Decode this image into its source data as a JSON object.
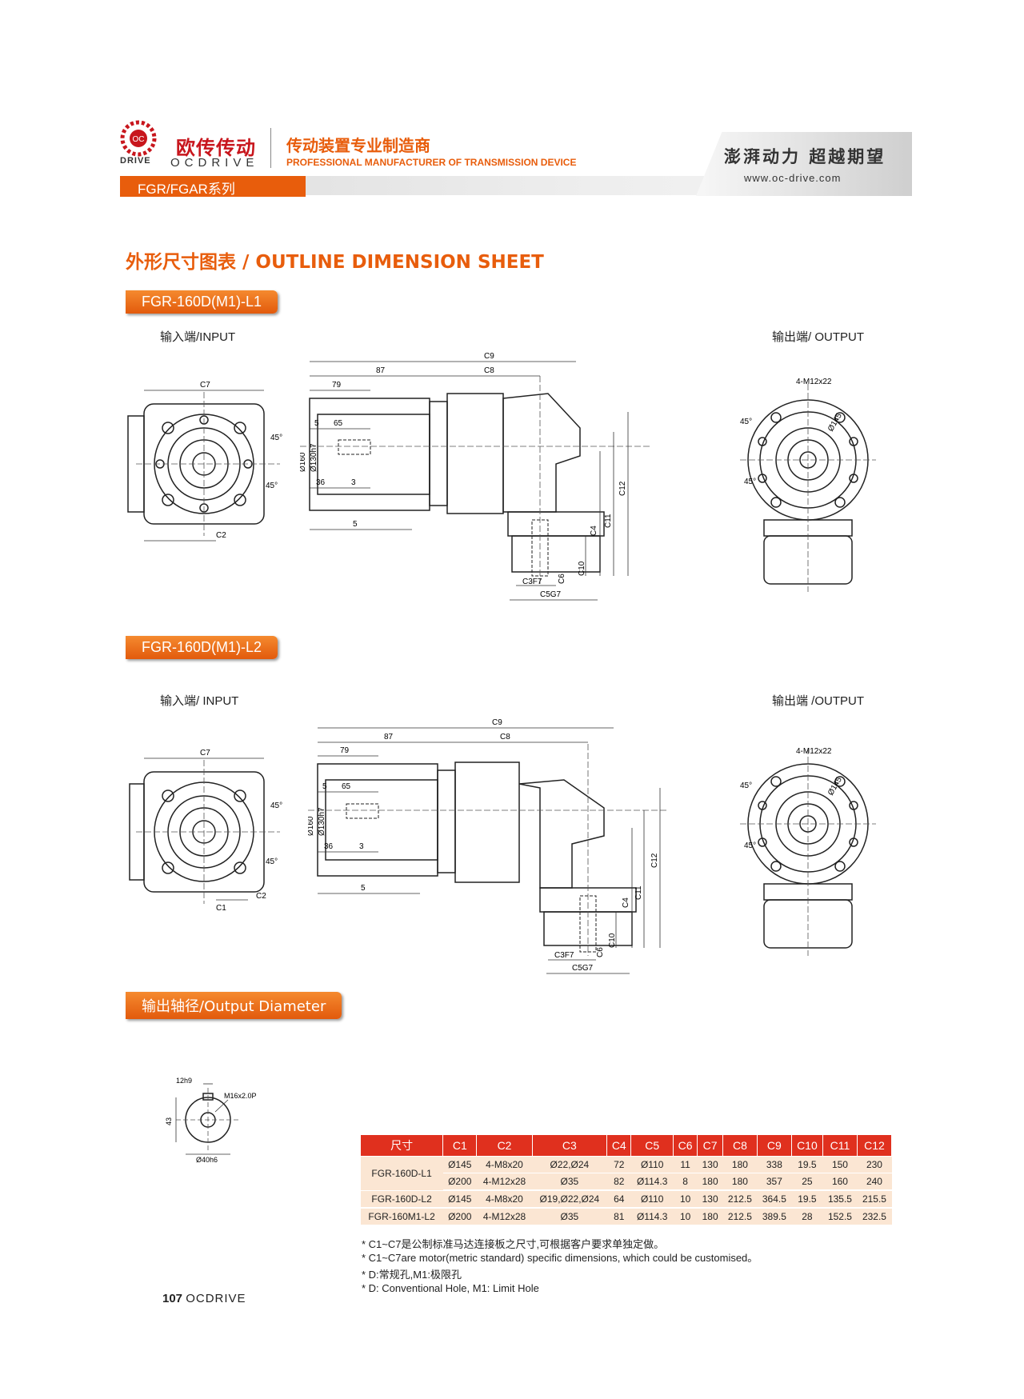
{
  "header": {
    "brand_cn": "欧传传动",
    "brand_en": "OCDRIVE",
    "logo_text": "DRIVE",
    "tagline_cn": "传动装置专业制造商",
    "tagline_en": "PROFESSIONAL MANUFACTURER OF TRANSMISSION DEVICE",
    "series": "FGR/FGAR系列",
    "slogan": "澎湃动力 超越期望",
    "website": "www.oc-drive.com"
  },
  "page_title": "外形尺寸图表 / OUTLINE DIMENSION SHEET",
  "model_l1": "FGR-160D(M1)-L1",
  "model_l2": "FGR-160D(M1)-L2",
  "l1": {
    "input_label": "输入端/INPUT",
    "output_label": "输出端/ OUTPUT"
  },
  "l2": {
    "input_label": "输入端/ INPUT",
    "output_label": "输出端 /OUTPUT"
  },
  "dims": {
    "c1": "C1",
    "c2": "C2",
    "c3": "C3F7",
    "c4": "C4",
    "c5": "C5G7",
    "c6": "C6",
    "c7": "C7",
    "c8": "C8",
    "c9": "C9",
    "c10": "C10",
    "c11": "C11",
    "c12": "C12",
    "d87": "87",
    "d79": "79",
    "d65": "65",
    "d5": "5",
    "d36": "36",
    "d3": "3",
    "phi160": "Ø160",
    "phi130": "Ø130h7",
    "phi145": "Ø145",
    "m12": "4-M12x22",
    "deg45": "45°"
  },
  "shaft": {
    "tab": "输出轴径/Output Diameter",
    "key": "12h9",
    "height": "43",
    "thread": "M16x2.0P",
    "diameter": "Ø40h6"
  },
  "table": {
    "headers": [
      "尺寸",
      "C1",
      "C2",
      "C3",
      "C4",
      "C5",
      "C6",
      "C7",
      "C8",
      "C9",
      "C10",
      "C11",
      "C12"
    ],
    "groups": [
      {
        "model": "FGR-160D-L1",
        "rows": [
          [
            "Ø145",
            "4-M8x20",
            "Ø22,Ø24",
            "72",
            "Ø110",
            "11",
            "130",
            "180",
            "338",
            "19.5",
            "150",
            "230"
          ],
          [
            "Ø200",
            "4-M12x28",
            "Ø35",
            "82",
            "Ø114.3",
            "8",
            "180",
            "180",
            "357",
            "25",
            "160",
            "240"
          ]
        ]
      },
      {
        "model": "FGR-160D-L2",
        "rows": [
          [
            "Ø145",
            "4-M8x20",
            "Ø19,Ø22,Ø24",
            "64",
            "Ø110",
            "10",
            "130",
            "212.5",
            "364.5",
            "19.5",
            "135.5",
            "215.5"
          ]
        ]
      },
      {
        "model": "FGR-160M1-L2",
        "rows": [
          [
            "Ø200",
            "4-M12x28",
            "Ø35",
            "81",
            "Ø114.3",
            "10",
            "180",
            "212.5",
            "389.5",
            "28",
            "152.5",
            "232.5"
          ]
        ]
      }
    ]
  },
  "notes": [
    "* C1~C7是公制标准马达连接板之尺寸,可根据客户要求单独定做。",
    "* C1~C7are motor(metric standard)  specific dimensions, which could be customised。",
    "* D:常规孔,M1:极限孔",
    "* D: Conventional Hole, M1: Limit Hole"
  ],
  "footer": {
    "page": "107",
    "brand": "OCDRIVE"
  }
}
